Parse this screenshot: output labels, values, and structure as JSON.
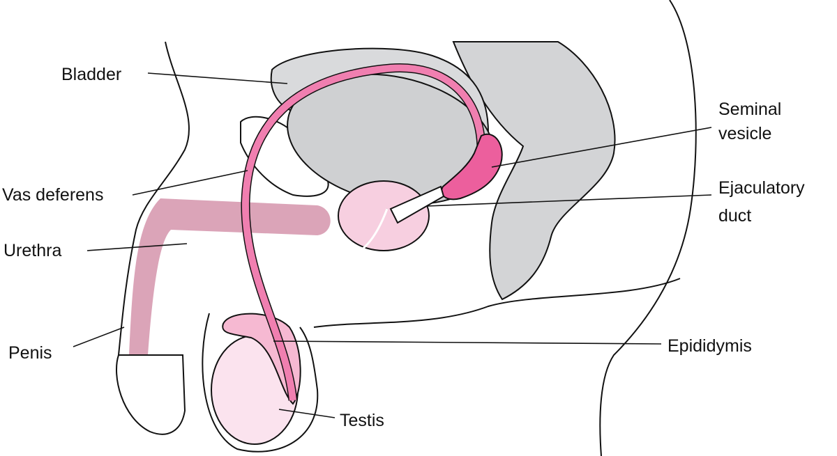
{
  "labels": {
    "bladder": "Bladder",
    "seminal_vesicle_1": "Seminal",
    "seminal_vesicle_2": "vesicle",
    "vas_deferens": "Vas deferens",
    "ejaculatory_duct_1": "Ejaculatory",
    "ejaculatory_duct_2": "duct",
    "urethra": "Urethra",
    "penis": "Penis",
    "epididymis": "Epididymis",
    "testis": "Testis"
  },
  "colors": {
    "vas_deferens": "#f07fb0",
    "seminal_vesicle": "#ec5f9d",
    "erectile_tissue": "#dba4b8",
    "prostate": "#f7cfe0",
    "testis": "#fbe3ee",
    "epididymis": "#f6b9d2",
    "organ_gray": "#d3d4d6",
    "outline": "#111111"
  }
}
